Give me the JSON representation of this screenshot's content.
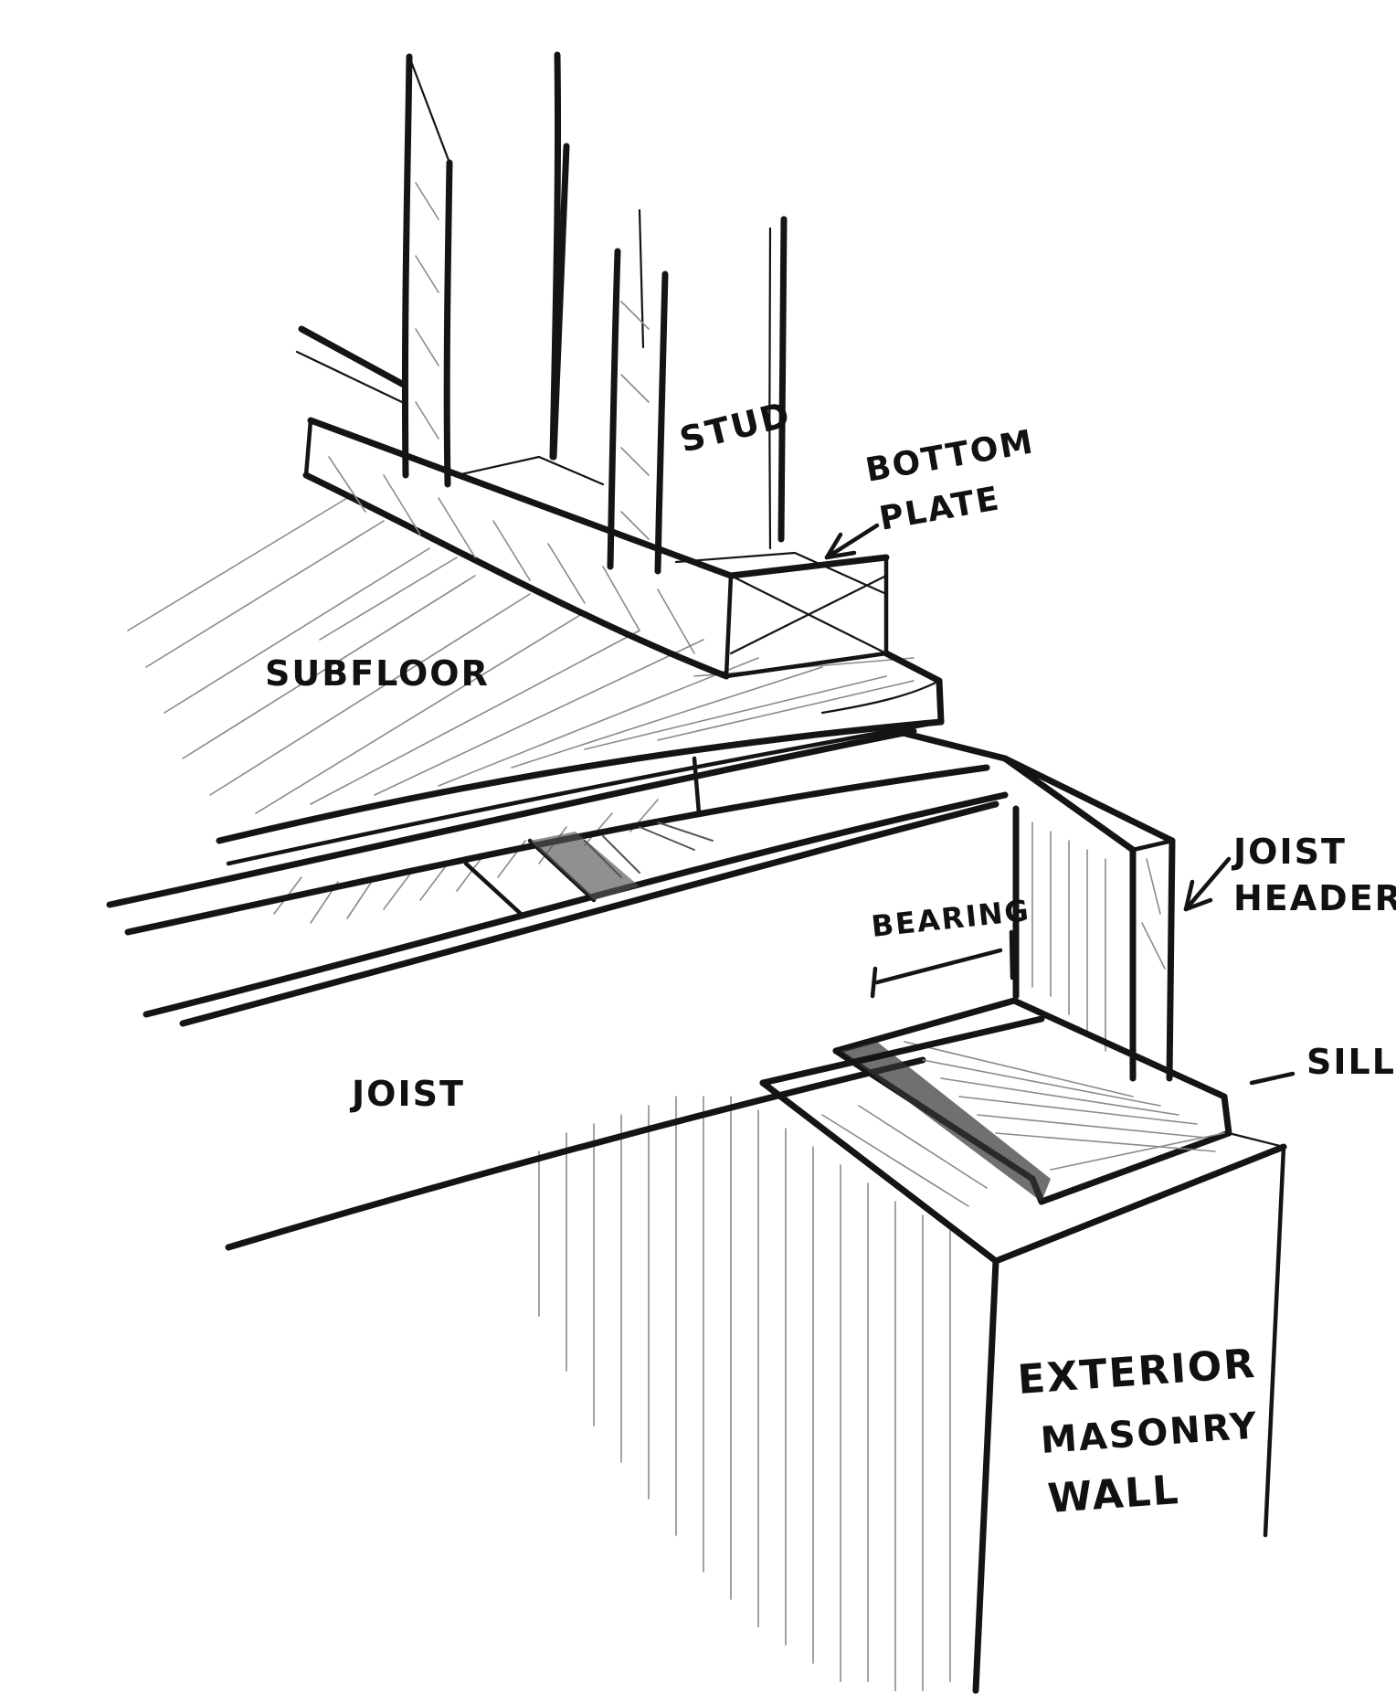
{
  "labels": {
    "stud": "STUD",
    "bottom_plate_1": "BOTTOM",
    "bottom_plate_2": "PLATE",
    "subfloor": "SUBFLOOR",
    "joist_header_1": "JOIST",
    "joist_header_2": "HEADER",
    "bearing": "BEARING",
    "sill": "SILL",
    "joist": "JOIST",
    "wall_1": "EXTERIOR",
    "wall_2": "MASONRY",
    "wall_3": "WALL"
  }
}
